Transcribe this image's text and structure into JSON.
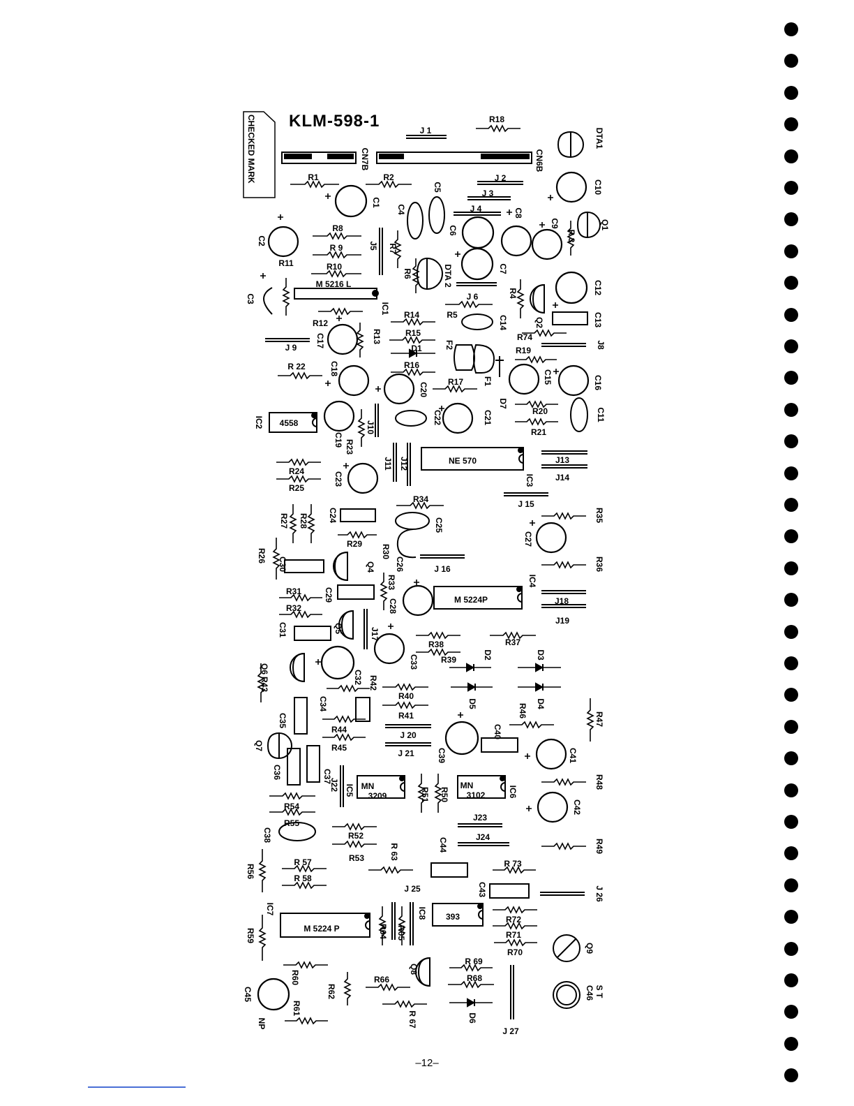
{
  "board": {
    "title": "KLM-598-1",
    "checked_mark": "CHECKED MARK"
  },
  "labels": [
    {
      "id": "J1",
      "text": "J 1"
    },
    {
      "id": "R18",
      "text": "R18"
    },
    {
      "id": "DTA1",
      "text": "DTA1"
    },
    {
      "id": "CN7B",
      "text": "CN7B"
    },
    {
      "id": "CN6B",
      "text": "CN6B"
    },
    {
      "id": "R1",
      "text": "R1"
    },
    {
      "id": "R2",
      "text": "R2"
    },
    {
      "id": "J2",
      "text": "J 2"
    },
    {
      "id": "J3",
      "text": "J 3"
    },
    {
      "id": "C10",
      "text": "C10"
    },
    {
      "id": "C5",
      "text": "C5"
    },
    {
      "id": "C1",
      "text": "C1"
    },
    {
      "id": "J4",
      "text": "J 4"
    },
    {
      "id": "C4",
      "text": "C4"
    },
    {
      "id": "C8",
      "text": "C8"
    },
    {
      "id": "C9",
      "text": "C9"
    },
    {
      "id": "Q1",
      "text": "Q1"
    },
    {
      "id": "R8",
      "text": "R8"
    },
    {
      "id": "C6",
      "text": "C6"
    },
    {
      "id": "R3",
      "text": "R 3"
    },
    {
      "id": "C2",
      "text": "C2"
    },
    {
      "id": "R9",
      "text": "R 9"
    },
    {
      "id": "J5",
      "text": "J5"
    },
    {
      "id": "R7",
      "text": "R7"
    },
    {
      "id": "R11",
      "text": "R11"
    },
    {
      "id": "R10",
      "text": "R10"
    },
    {
      "id": "R6",
      "text": "R6"
    },
    {
      "id": "DTA2",
      "text": "DTA 2"
    },
    {
      "id": "C7",
      "text": "C7"
    },
    {
      "id": "M5216L",
      "text": "M 5216 L"
    },
    {
      "id": "C3",
      "text": "C3"
    },
    {
      "id": "R4",
      "text": "R4"
    },
    {
      "id": "C12",
      "text": "C12"
    },
    {
      "id": "IC1",
      "text": "IC1"
    },
    {
      "id": "J6",
      "text": "J 6"
    },
    {
      "id": "R14",
      "text": "R14"
    },
    {
      "id": "R5",
      "text": "R5"
    },
    {
      "id": "C14",
      "text": "C14"
    },
    {
      "id": "Q2",
      "text": "Q2"
    },
    {
      "id": "C13",
      "text": "C13"
    },
    {
      "id": "R12",
      "text": "R12"
    },
    {
      "id": "R13",
      "text": "R13"
    },
    {
      "id": "R15",
      "text": "R15"
    },
    {
      "id": "R74",
      "text": "R74"
    },
    {
      "id": "J8",
      "text": "J8"
    },
    {
      "id": "C17",
      "text": "C17"
    },
    {
      "id": "J9",
      "text": "J 9"
    },
    {
      "id": "D1",
      "text": "D1"
    },
    {
      "id": "F2",
      "text": "F2"
    },
    {
      "id": "R19",
      "text": "R19"
    },
    {
      "id": "R22",
      "text": "R 22"
    },
    {
      "id": "R16",
      "text": "R16"
    },
    {
      "id": "C18",
      "text": "C18"
    },
    {
      "id": "C20",
      "text": "C20"
    },
    {
      "id": "R17",
      "text": "R17"
    },
    {
      "id": "F1",
      "text": "F1"
    },
    {
      "id": "C15",
      "text": "C15"
    },
    {
      "id": "C16",
      "text": "C16"
    },
    {
      "id": "D7",
      "text": "D7"
    },
    {
      "id": "IC2",
      "text": "IC2"
    },
    {
      "id": "IC2chip",
      "text": "4558"
    },
    {
      "id": "R20",
      "text": "R20"
    },
    {
      "id": "C22",
      "text": "C22"
    },
    {
      "id": "C21",
      "text": "C21"
    },
    {
      "id": "C11",
      "text": "C11"
    },
    {
      "id": "R21",
      "text": "R21"
    },
    {
      "id": "C19",
      "text": "C19"
    },
    {
      "id": "J10",
      "text": "J10"
    },
    {
      "id": "R23",
      "text": "R23"
    },
    {
      "id": "J11",
      "text": "J11"
    },
    {
      "id": "J12",
      "text": "J12"
    },
    {
      "id": "NE570",
      "text": "NE 570"
    },
    {
      "id": "J13",
      "text": "J13"
    },
    {
      "id": "J14",
      "text": "J14"
    },
    {
      "id": "R24",
      "text": "R24"
    },
    {
      "id": "R25",
      "text": "R25"
    },
    {
      "id": "C23",
      "text": "C23"
    },
    {
      "id": "IC3",
      "text": "IC3"
    },
    {
      "id": "R34",
      "text": "R34"
    },
    {
      "id": "J15",
      "text": "J 15"
    },
    {
      "id": "C24",
      "text": "C24"
    },
    {
      "id": "R28",
      "text": "R28"
    },
    {
      "id": "R27",
      "text": "R27"
    },
    {
      "id": "C25",
      "text": "C25"
    },
    {
      "id": "R35",
      "text": "R35"
    },
    {
      "id": "R29",
      "text": "R29"
    },
    {
      "id": "R30",
      "text": "R30"
    },
    {
      "id": "C27",
      "text": "C27"
    },
    {
      "id": "R26",
      "text": "R26"
    },
    {
      "id": "C30",
      "text": "C30"
    },
    {
      "id": "Q4",
      "text": "Q4"
    },
    {
      "id": "C26",
      "text": "C26"
    },
    {
      "id": "J16",
      "text": "J 16"
    },
    {
      "id": "R36",
      "text": "R36"
    },
    {
      "id": "R33",
      "text": "R33"
    },
    {
      "id": "IC4",
      "text": "IC4"
    },
    {
      "id": "R31",
      "text": "R31"
    },
    {
      "id": "C29",
      "text": "C29"
    },
    {
      "id": "C28",
      "text": "C28"
    },
    {
      "id": "M5224P",
      "text": "M 5224P"
    },
    {
      "id": "J18",
      "text": "J18"
    },
    {
      "id": "R32",
      "text": "R32"
    },
    {
      "id": "J19",
      "text": "J19"
    },
    {
      "id": "C31",
      "text": "C31"
    },
    {
      "id": "Q5",
      "text": "Q5"
    },
    {
      "id": "J17",
      "text": "J17"
    },
    {
      "id": "R38",
      "text": "R38"
    },
    {
      "id": "R37",
      "text": "R37"
    },
    {
      "id": "C33",
      "text": "C33"
    },
    {
      "id": "R39",
      "text": "R39"
    },
    {
      "id": "D2",
      "text": "D2"
    },
    {
      "id": "D3",
      "text": "D3"
    },
    {
      "id": "Q6",
      "text": "Q6"
    },
    {
      "id": "C32",
      "text": "C32"
    },
    {
      "id": "R43",
      "text": "R43"
    },
    {
      "id": "R42",
      "text": "R42"
    },
    {
      "id": "R40",
      "text": "R40"
    },
    {
      "id": "D5",
      "text": "D5"
    },
    {
      "id": "D4",
      "text": "D4"
    },
    {
      "id": "C34",
      "text": "C34"
    },
    {
      "id": "R46",
      "text": "R46"
    },
    {
      "id": "R47",
      "text": "R47"
    },
    {
      "id": "C35",
      "text": "C35"
    },
    {
      "id": "R41",
      "text": "R41"
    },
    {
      "id": "C40",
      "text": "C40"
    },
    {
      "id": "R44",
      "text": "R44"
    },
    {
      "id": "J20",
      "text": "J 20"
    },
    {
      "id": "Q7",
      "text": "Q7"
    },
    {
      "id": "R45",
      "text": "R45"
    },
    {
      "id": "C39",
      "text": "C39"
    },
    {
      "id": "C41",
      "text": "C41"
    },
    {
      "id": "J21",
      "text": "J 21"
    },
    {
      "id": "C36",
      "text": "C36"
    },
    {
      "id": "C37",
      "text": "C37"
    },
    {
      "id": "J22",
      "text": "J22"
    },
    {
      "id": "IC5",
      "text": "IC5"
    },
    {
      "id": "MN3209a",
      "text": "MN"
    },
    {
      "id": "MN3209b",
      "text": "3209"
    },
    {
      "id": "R51",
      "text": "R51"
    },
    {
      "id": "R50",
      "text": "R50"
    },
    {
      "id": "MN3102a",
      "text": "MN"
    },
    {
      "id": "MN3102b",
      "text": "3102"
    },
    {
      "id": "IC6",
      "text": "IC6"
    },
    {
      "id": "R48",
      "text": "R48"
    },
    {
      "id": "C42",
      "text": "C42"
    },
    {
      "id": "R54",
      "text": "R54"
    },
    {
      "id": "J23",
      "text": "J23"
    },
    {
      "id": "R55",
      "text": "R55"
    },
    {
      "id": "C38",
      "text": "C38"
    },
    {
      "id": "R52",
      "text": "R52"
    },
    {
      "id": "J24",
      "text": "J24"
    },
    {
      "id": "C44",
      "text": "C44"
    },
    {
      "id": "R49",
      "text": "R49"
    },
    {
      "id": "R53",
      "text": "R53"
    },
    {
      "id": "R63",
      "text": "R 63"
    },
    {
      "id": "R57",
      "text": "R 57"
    },
    {
      "id": "R73",
      "text": "R 73"
    },
    {
      "id": "R56",
      "text": "R56"
    },
    {
      "id": "R58",
      "text": "R 58"
    },
    {
      "id": "J25",
      "text": "J 25"
    },
    {
      "id": "C43",
      "text": "C43"
    },
    {
      "id": "J26",
      "text": "J 26"
    },
    {
      "id": "IC7",
      "text": "IC7"
    },
    {
      "id": "IC8",
      "text": "IC8"
    },
    {
      "id": "IC8chip",
      "text": "393"
    },
    {
      "id": "R72",
      "text": "R72"
    },
    {
      "id": "M5224P2",
      "text": "M 5224 P"
    },
    {
      "id": "R64",
      "text": "R64"
    },
    {
      "id": "R65",
      "text": "R65"
    },
    {
      "id": "R71",
      "text": "R71"
    },
    {
      "id": "R59",
      "text": "R59"
    },
    {
      "id": "R70",
      "text": "R70"
    },
    {
      "id": "Q9",
      "text": "Q9"
    },
    {
      "id": "R69",
      "text": "R 69"
    },
    {
      "id": "R60",
      "text": "R60"
    },
    {
      "id": "Q8",
      "text": "Q8"
    },
    {
      "id": "R68",
      "text": "R68"
    },
    {
      "id": "R66",
      "text": "R66"
    },
    {
      "id": "R62",
      "text": "R62"
    },
    {
      "id": "ST",
      "text": "S T"
    },
    {
      "id": "C46",
      "text": "C46"
    },
    {
      "id": "C45",
      "text": "C45"
    },
    {
      "id": "R61",
      "text": "R61"
    },
    {
      "id": "R67",
      "text": "R 67"
    },
    {
      "id": "D6",
      "text": "D6"
    },
    {
      "id": "NP",
      "text": "NP"
    },
    {
      "id": "J27",
      "text": "J 27"
    }
  ],
  "footer": {
    "page": "–12–"
  }
}
